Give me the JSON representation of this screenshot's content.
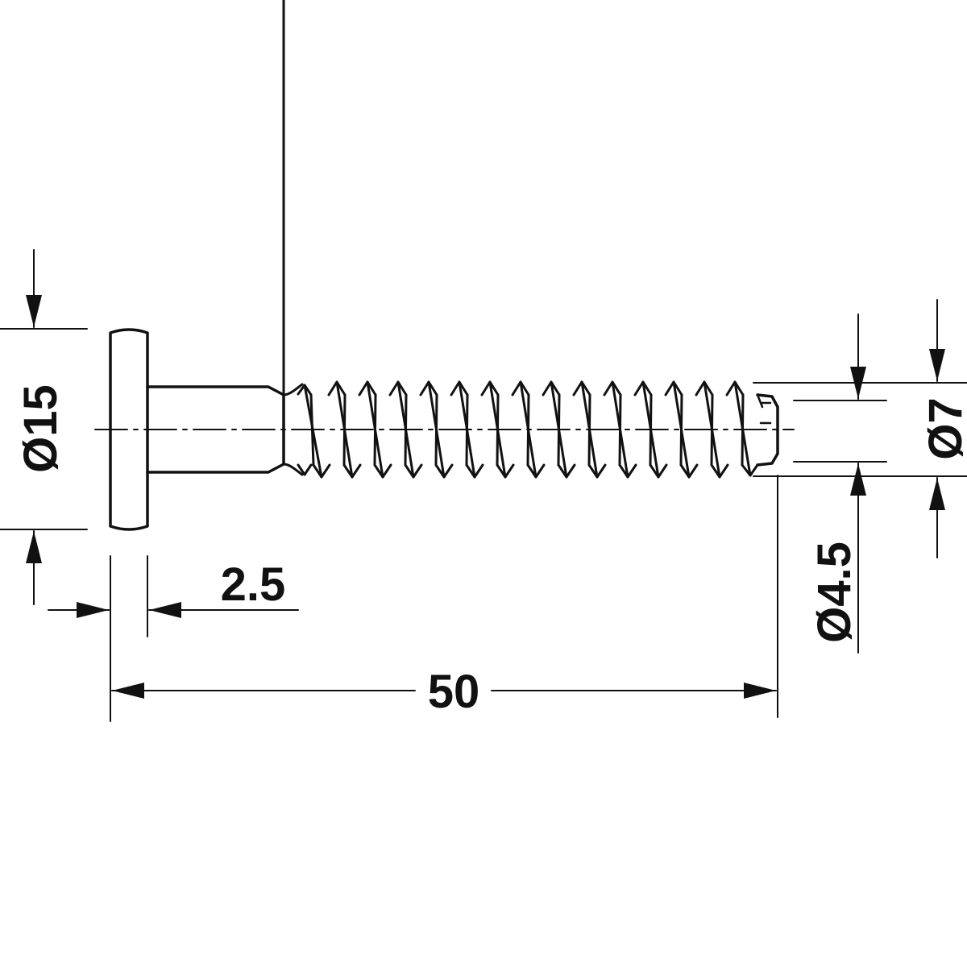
{
  "drawing": {
    "dimensions": {
      "head_diameter": "Ø15",
      "head_thickness": "2.5",
      "overall_length": "50",
      "core_diameter": "Ø4.5",
      "thread_diameter": "Ø7"
    }
  },
  "colors": {
    "line": "#111111",
    "background": "#ffffff"
  }
}
